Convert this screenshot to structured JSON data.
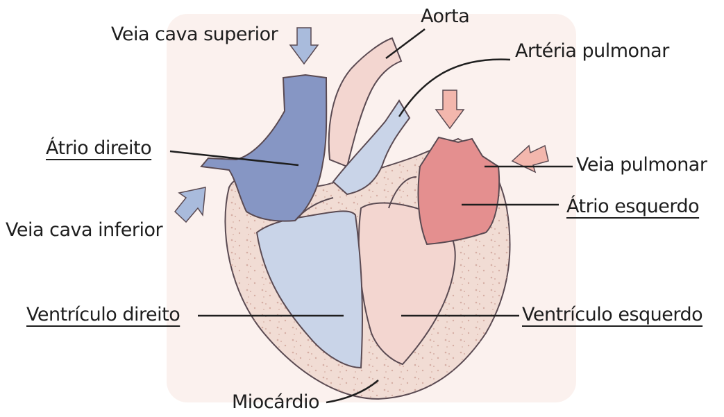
{
  "diagram": {
    "labels": {
      "aorta": "Aorta",
      "veia_cava_superior": "Veia cava superior",
      "arteria_pulmonar": "Artéria pulmonar",
      "atrio_direito": "Átrio direito",
      "veia_pulmonar": "Veia pulmonar",
      "atrio_esquerdo": "Átrio esquerdo",
      "veia_cava_inferior": "Veia cava inferior",
      "ventriculo_direito": "Ventrículo direito",
      "ventriculo_esquerdo": "Ventrículo esquerdo",
      "miocardio": "Miocárdio"
    },
    "colors": {
      "deoxygenated": "#8696c4",
      "deoxygenated_light": "#c9d4e8",
      "oxygenated": "#e48f8f",
      "oxygenated_light": "#f3d6d0",
      "muscle": "#f1dcd4",
      "outline": "#5a4a52",
      "arrow_blue": "#a9bbdc",
      "arrow_pink": "#f3b7ad",
      "background_tint": "#fbf1ee"
    }
  }
}
